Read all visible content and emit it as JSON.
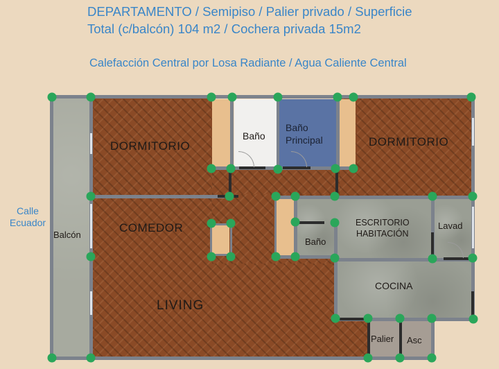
{
  "header": {
    "line1": "DEPARTAMENTO / Semipiso / Palier privado / Superficie",
    "line2": "Total (c/balcón) 104 m2 / Cochera privada 15m2",
    "line3": "Calefacción Central por Losa Radiante / Agua Caliente Central"
  },
  "street": {
    "line1": "Calle",
    "line2": "Ecuador"
  },
  "rooms": {
    "balcon": "Balcón",
    "dormitorio_left": "DORMITORIO",
    "bano_1": "Baño",
    "bano_principal_1": "Baño",
    "bano_principal_2": "Principal",
    "dormitorio_right": "DORMITORIO",
    "comedor": "COMEDOR",
    "living": "LIVING",
    "bano_service": "Baño",
    "escritorio_1": "ESCRITORIO",
    "escritorio_2": "HABITACIÓN",
    "lavad": "Lavad",
    "cocina": "COCINA",
    "palier": "Palier",
    "asc": "Asc"
  },
  "colors": {
    "background": "#ecd9bf",
    "title_text": "#3a86c8",
    "wood_floor": "#8a4a26",
    "stone_floor": "#9a9e94",
    "main_bath": "#5a73a4",
    "closet": "#e8bf8e",
    "wall": "#7c828c",
    "node": "#2aa65a"
  }
}
